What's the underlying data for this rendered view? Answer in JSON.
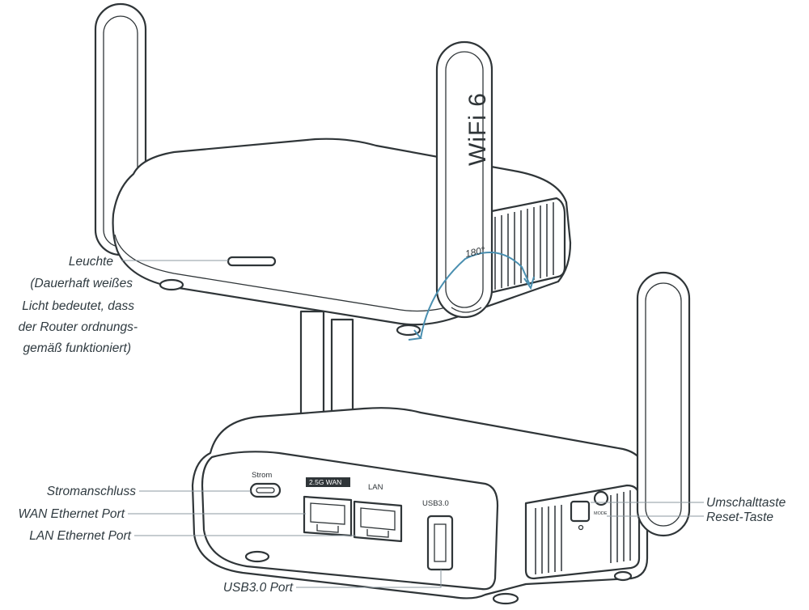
{
  "device": {
    "antenna_badge": "WiFi 6",
    "rotation_angle": "180°",
    "port_labels": {
      "power": "Strom",
      "wan": "2.5G WAN",
      "lan": "LAN",
      "usb": "USB3.0",
      "mode": "MODE"
    }
  },
  "callouts": {
    "led_title": "Leuchte",
    "led_note": [
      "(Dauerhaft weißes",
      "Licht bedeutet, dass",
      "der Router ordnungs-",
      "gemäß funktioniert)"
    ],
    "power_port": "Stromanschluss",
    "wan_port": "WAN Ethernet Port",
    "lan_port": "LAN Ethernet Port",
    "usb_port": "USB3.0 Port",
    "mode_switch": "Umschalttaste",
    "reset_button": "Reset-Taste"
  },
  "colors": {
    "outline": "#2f3538",
    "leader": "#8e9aa2",
    "rotation_arrow": "#4a8fb0",
    "text": "#2f3a40"
  }
}
